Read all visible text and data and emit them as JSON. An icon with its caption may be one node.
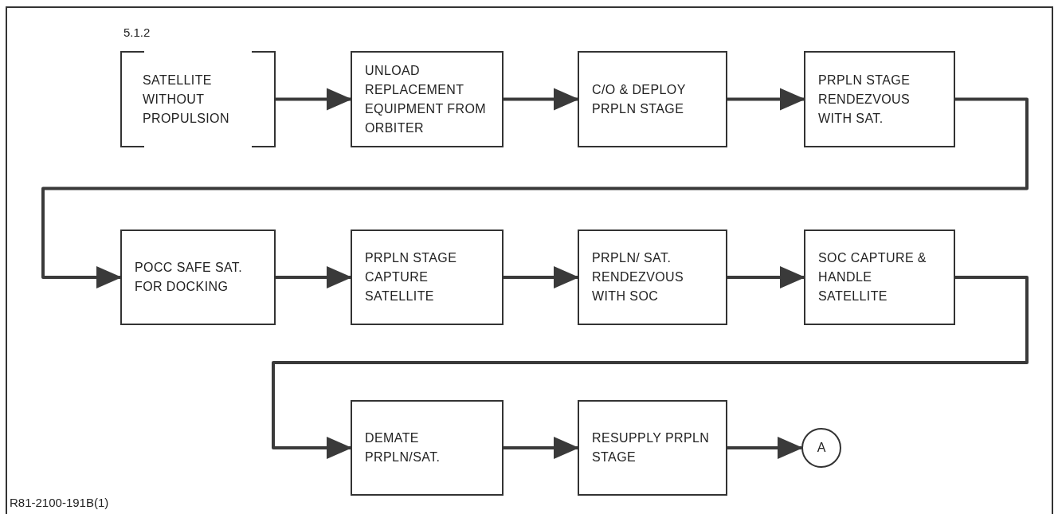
{
  "diagram": {
    "nodes": [
      {
        "text": [
          "SATELLITE WITHOUT PROPULSION"
        ]
      },
      {
        "text": [
          "UNLOAD REPLACEMENT EQUIPMENT FROM ORBITER"
        ]
      },
      {
        "text": [
          "C/O & DEPLOY PRPLN STAGE"
        ]
      },
      {
        "text": [
          "PRPLN STAGE RENDEZVOUS WITH SAT."
        ]
      },
      {
        "text": [
          "POCC SAFE SAT. FOR DOCKING"
        ]
      },
      {
        "text": [
          "PRPLN STAGE CAPTURE SATELLITE"
        ]
      },
      {
        "text": [
          "PRPLN/ SAT. RENDEZVOUS WITH SOC"
        ]
      },
      {
        "text": [
          "SOC CAPTURE & HANDLE SATELLITE"
        ]
      },
      {
        "text": [
          "DEMATE PRPLN/SAT."
        ]
      },
      {
        "text": [
          "RESUPPLY PRPLN STAGE"
        ]
      },
      {
        "text": [
          "A"
        ]
      }
    ],
    "edges": [
      {
        "from": 0,
        "to": 1,
        "arrow": "to"
      },
      {
        "from": 1,
        "to": 2,
        "arrow": "to"
      },
      {
        "from": 2,
        "to": 3,
        "arrow": "to"
      },
      {
        "from": 3,
        "to": 4,
        "arrow": "to"
      },
      {
        "from": 4,
        "to": 5,
        "arrow": "to"
      },
      {
        "from": 5,
        "to": 6,
        "arrow": "to"
      },
      {
        "from": 6,
        "to": 7,
        "arrow": "to"
      },
      {
        "from": 7,
        "to": 8,
        "arrow": "to"
      },
      {
        "from": 8,
        "to": 9,
        "arrow": "to"
      },
      {
        "from": 9,
        "to": 10,
        "arrow": "to"
      }
    ],
    "labels": [
      "5.1.2",
      "R81-2100-191B(1)"
    ]
  }
}
